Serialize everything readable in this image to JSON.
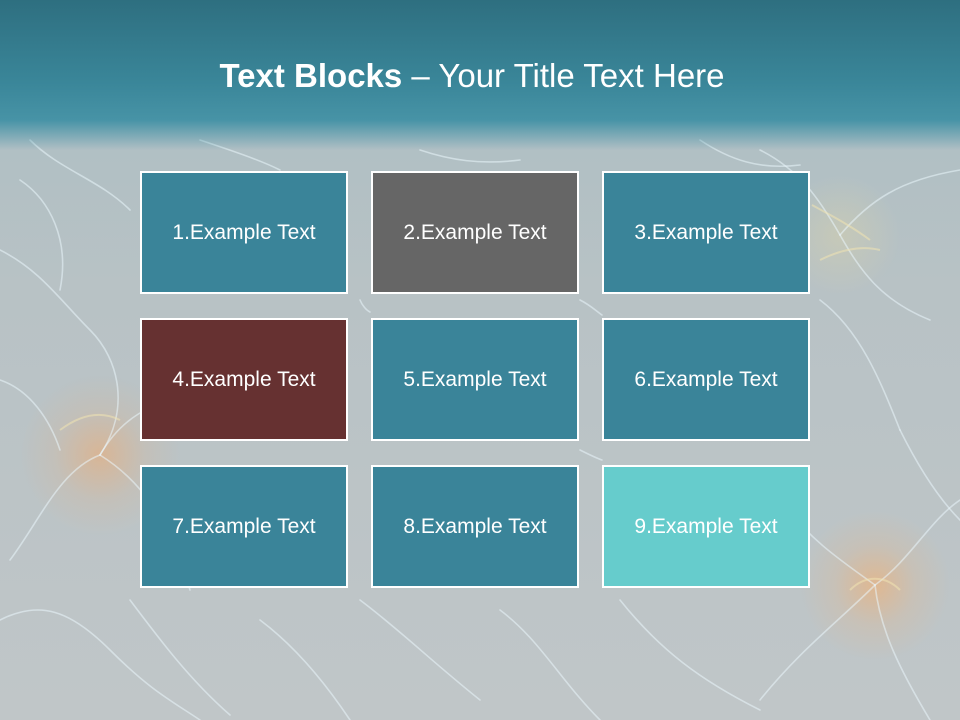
{
  "slide": {
    "title_bold": "Text Blocks",
    "title_separator": " – ",
    "title_rest": "Your Title Text Here"
  },
  "blocks": [
    {
      "label": "1.Example Text",
      "color": "#3a8499"
    },
    {
      "label": "2.Example Text",
      "color": "#666666"
    },
    {
      "label": "3.Example Text",
      "color": "#3a8499"
    },
    {
      "label": "4.Example Text",
      "color": "#663131"
    },
    {
      "label": "5.Example Text",
      "color": "#3a8499"
    },
    {
      "label": "6.Example Text",
      "color": "#3a8499"
    },
    {
      "label": "7.Example Text",
      "color": "#3a8499"
    },
    {
      "label": "8.Example Text",
      "color": "#3a8499"
    },
    {
      "label": "9.Example Text",
      "color": "#66cccc"
    }
  ],
  "colors": {
    "header": "#3a8699",
    "border": "#ffffff",
    "text": "#ffffff"
  }
}
